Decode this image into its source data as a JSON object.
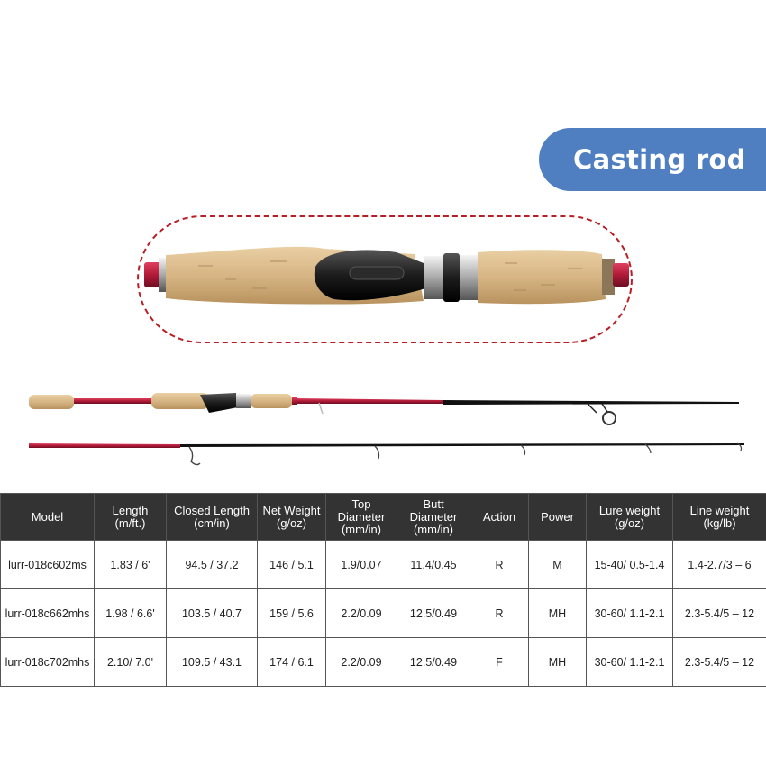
{
  "badge": {
    "label": "Casting rod"
  },
  "colors": {
    "badge": "#4f7fc1",
    "frame": "#b81e24",
    "header_bg": "#333333",
    "blank": "#8e1f3a",
    "cork": "#d9b98a"
  },
  "product_images": {
    "closeup_icon": "cork-handle-reel-seat-closeup",
    "rod_icon": "two-piece-casting-rod"
  },
  "table": {
    "headers": [
      [
        "Model"
      ],
      [
        "Length",
        "(m/ft.)"
      ],
      [
        "Closed Length",
        "(cm/in)"
      ],
      [
        "Net Weight",
        "(g/oz)"
      ],
      [
        "Top",
        "Diameter",
        "(mm/in)"
      ],
      [
        "Butt",
        "Diameter",
        "(mm/in)"
      ],
      [
        "Action"
      ],
      [
        "Power"
      ],
      [
        "Lure weight",
        "(g/oz)"
      ],
      [
        "Line weight",
        "(kg/lb)"
      ]
    ],
    "rows": [
      [
        "lurr-018c602ms",
        "1.83 / 6'",
        "94.5 / 37.2",
        "146 / 5.1",
        "1.9/0.07",
        "11.4/0.45",
        "R",
        "M",
        "15-40/ 0.5-1.4",
        "1.4-2.7/3 – 6"
      ],
      [
        "lurr-018c662mhs",
        "1.98 / 6.6'",
        "103.5 / 40.7",
        "159 / 5.6",
        "2.2/0.09",
        "12.5/0.49",
        "R",
        "MH",
        "30-60/ 1.1-2.1",
        "2.3-5.4/5 – 12"
      ],
      [
        "lurr-018c702mhs",
        "2.10/ 7.0'",
        "109.5 / 43.1",
        "174 / 6.1",
        "2.2/0.09",
        "12.5/0.49",
        "F",
        "MH",
        "30-60/ 1.1-2.1",
        "2.3-5.4/5 – 12"
      ]
    ]
  }
}
